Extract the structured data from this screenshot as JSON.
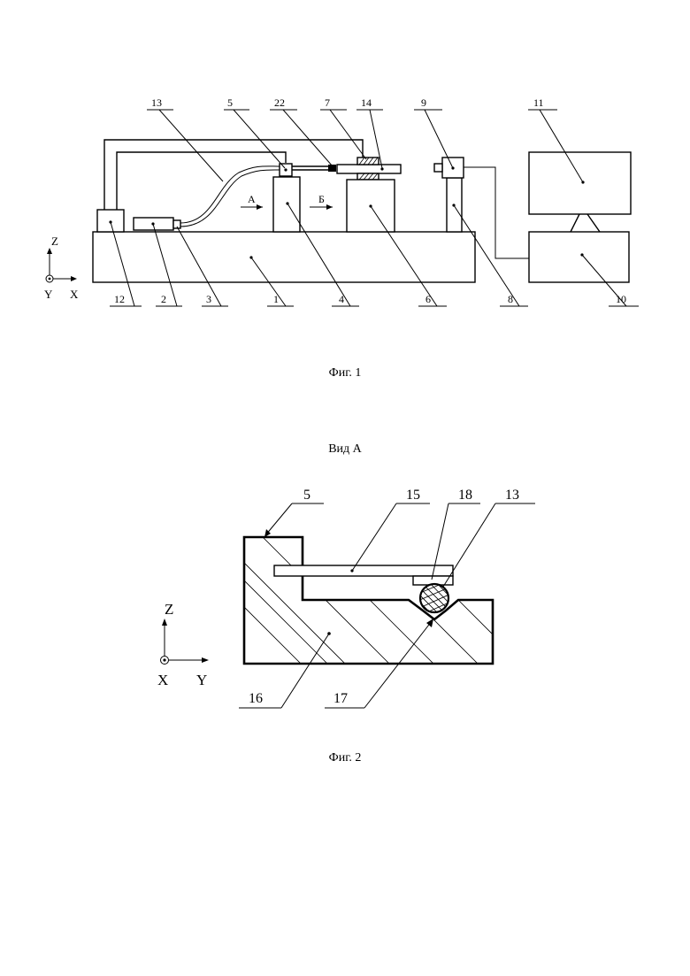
{
  "fig1": {
    "caption": "Фиг. 1",
    "labels": {
      "l1": "1",
      "l2": "2",
      "l3": "3",
      "l4": "4",
      "l5": "5",
      "l6": "6",
      "l7": "7",
      "l8": "8",
      "l9": "9",
      "l10": "10",
      "l11": "11",
      "l12": "12",
      "l13": "13",
      "l14": "14",
      "l22": "22"
    },
    "arrow_a": "А",
    "arrow_b": "Б",
    "axes": {
      "z": "Z",
      "y": "Y",
      "x": "X"
    }
  },
  "view_title": "Вид А",
  "fig2": {
    "caption": "Фиг. 2",
    "labels": {
      "l5": "5",
      "l13": "13",
      "l15": "15",
      "l16": "16",
      "l17": "17",
      "l18": "18"
    },
    "axes": {
      "z": "Z",
      "x": "X",
      "y": "Y"
    }
  }
}
